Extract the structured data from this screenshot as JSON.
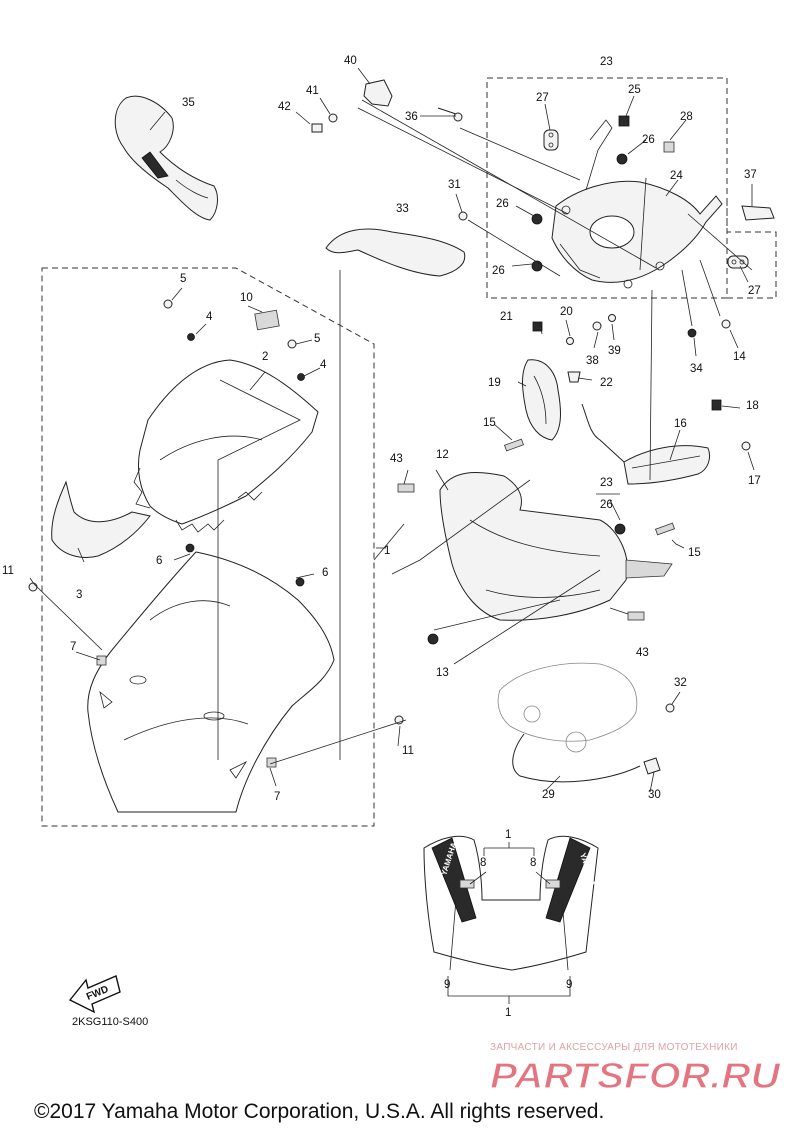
{
  "diagram_code": "2KSG110-S400",
  "copyright": "©2017 Yamaha Motor Corporation, U.S.A. All rights reserved.",
  "watermark": {
    "tagline": "ЗАПЧАСТИ И АКСЕССУАРЫ ДЛЯ МОТОТЕХНИКИ",
    "logo": "PARTSFOR.RU",
    "color": "#e4747f"
  },
  "fwd_label": "FWD",
  "decal_brand": "YAMAHA",
  "callouts": {
    "c1a": "1",
    "c1b": "1",
    "c1c": "1",
    "c2": "2",
    "c3": "3",
    "c4a": "4",
    "c4b": "4",
    "c5a": "5",
    "c5b": "5",
    "c6a": "6",
    "c6b": "6",
    "c7a": "7",
    "c7b": "7",
    "c8a": "8",
    "c8b": "8",
    "c9a": "9",
    "c9b": "9",
    "c10": "10",
    "c11a": "11",
    "c11b": "11",
    "c12": "12",
    "c13": "13",
    "c14": "14",
    "c15a": "15",
    "c15b": "15",
    "c16": "16",
    "c17": "17",
    "c18": "18",
    "c19": "19",
    "c20": "20",
    "c21": "21",
    "c22": "22",
    "c23a": "23",
    "c23b": "23",
    "c24": "24",
    "c25": "25",
    "c26a": "26",
    "c26b": "26",
    "c26c": "26",
    "c26d": "26",
    "c27a": "27",
    "c27b": "27",
    "c28": "28",
    "c29": "29",
    "c30": "30",
    "c31": "31",
    "c32": "32",
    "c33": "33",
    "c34": "34",
    "c35": "35",
    "c36": "36",
    "c37": "37",
    "c38": "38",
    "c39": "39",
    "c40": "40",
    "c41": "41",
    "c42": "42",
    "c43a": "43",
    "c43b": "43"
  }
}
